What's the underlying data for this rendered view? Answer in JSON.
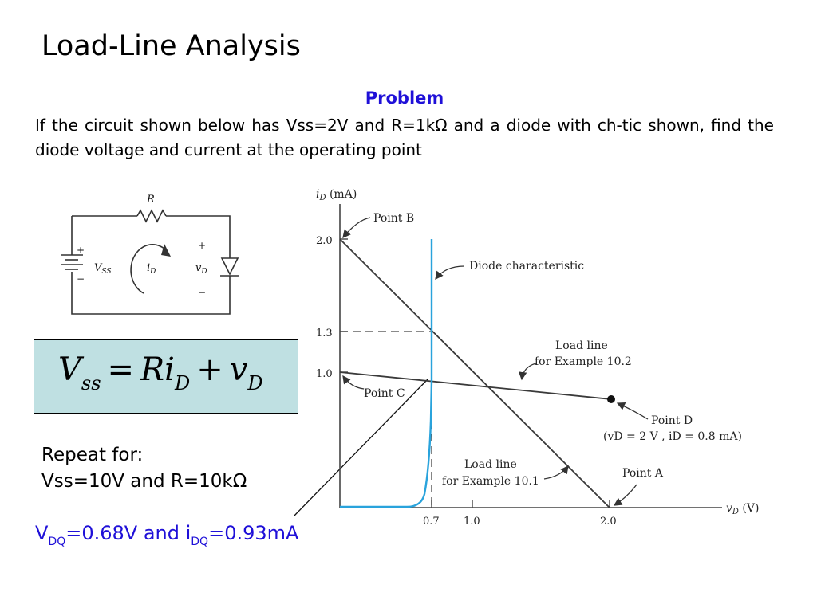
{
  "slide": {
    "title": "Load-Line Analysis",
    "problem_heading": "Problem",
    "problem_text": "If the circuit shown below has Vss=2V and R=1kΩ and a diode with ch-tic shown, find the diode voltage and current at the operating point"
  },
  "circuit": {
    "resistor_label": "R",
    "source_label": "V",
    "source_sub": "SS",
    "current_label": "i",
    "current_sub": "D",
    "voltage_label": "v",
    "voltage_sub": "D",
    "plus": "+",
    "minus": "−"
  },
  "equation": {
    "lhs": "V",
    "lhs_sub": "ss",
    "eq": "=",
    "term1": "Ri",
    "term1_sub": "D",
    "plus": "+",
    "term2": "v",
    "term2_sub": "D"
  },
  "repeat": {
    "line1": "Repeat for:",
    "line2": "Vss=10V and R=10kΩ"
  },
  "answer": {
    "v": "V",
    "v_sub": "DQ",
    "v_val": "=0.68V and i",
    "i_sub": "DQ",
    "i_val": "=0.93mA"
  },
  "graph": {
    "y_axis": "i",
    "y_axis_sub": "D",
    "y_axis_unit": " (mA)",
    "x_axis": "v",
    "x_axis_sub": "D",
    "x_axis_unit": " (V)",
    "x_ticks": [
      "0.7",
      "1.0",
      "2.0"
    ],
    "y_ticks": [
      "2.0",
      "1.3",
      "1.0"
    ],
    "point_b": "Point B",
    "point_c": "Point C",
    "point_a": "Point A",
    "point_d": "Point D",
    "point_d_detail": "(vD = 2 V , iD = 0.8 mA)",
    "diode_label": "Diode characteristic",
    "load_line_102_l1": "Load line",
    "load_line_102_l2": "for Example 10.2",
    "load_line_101_l1": "Load line",
    "load_line_101_l2": "for Example 10.1",
    "colors": {
      "diode_curve": "#29a3dc",
      "lines": "#3a3a3a"
    }
  }
}
